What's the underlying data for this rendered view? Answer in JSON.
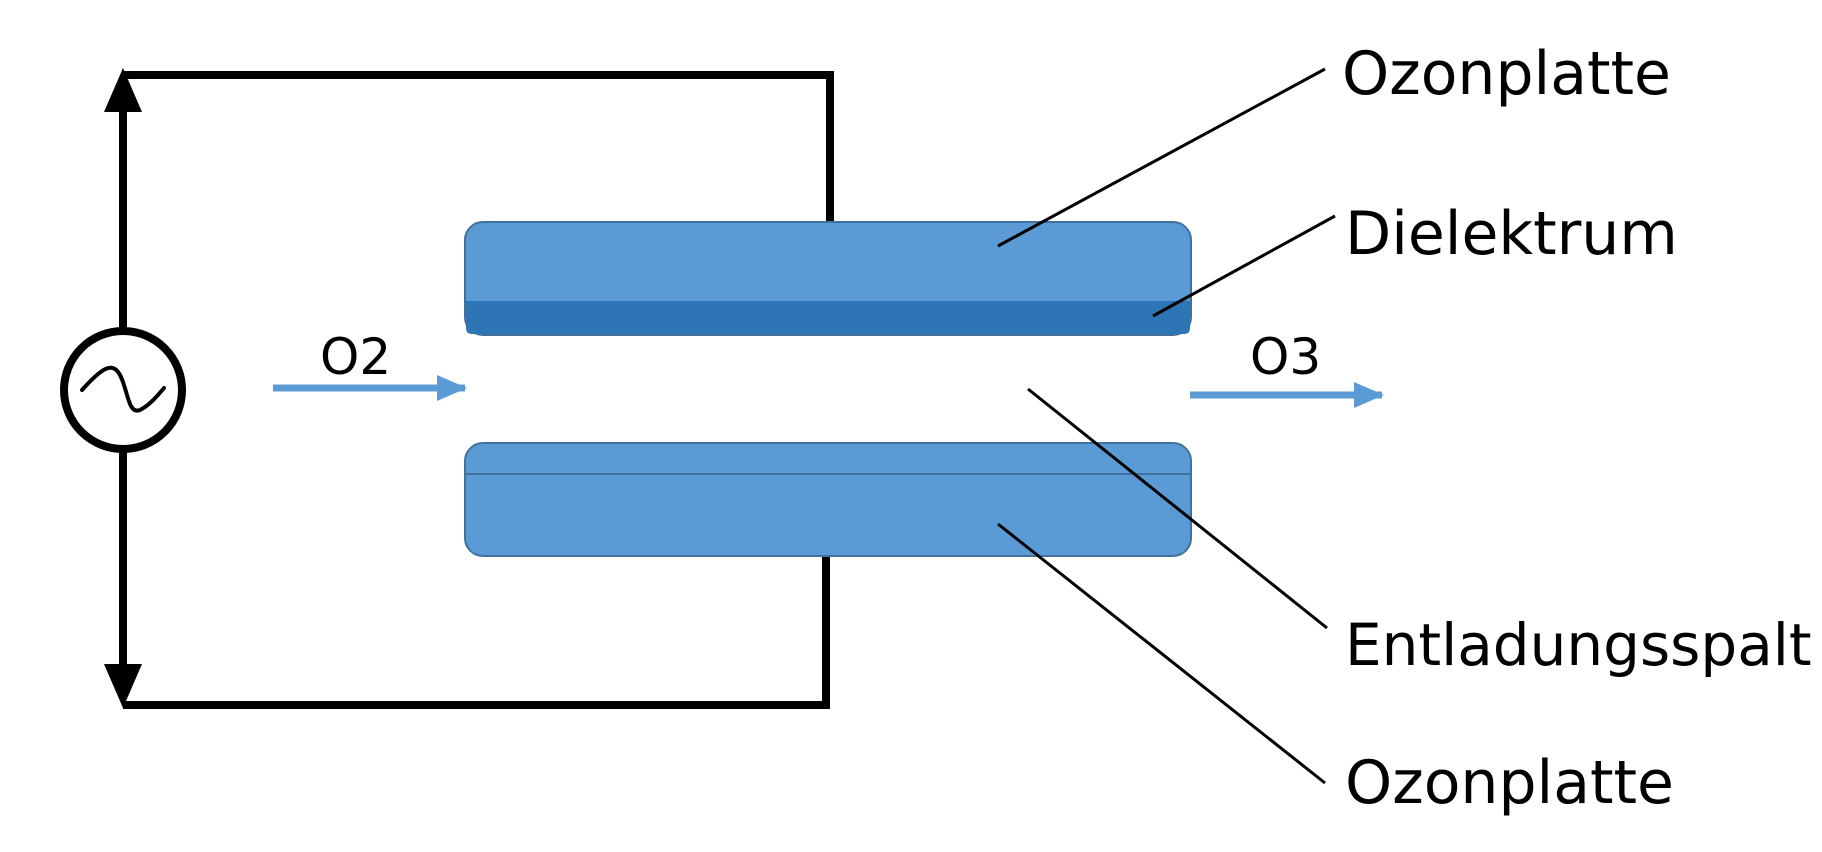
{
  "labels": {
    "top_plate": "Ozonplatte",
    "dielectric": "Dielektrum",
    "discharge_gap": "Entladungsspalt",
    "bottom_plate": "Ozonplatte",
    "inlet_gas": "O2",
    "outlet_gas": "O3"
  },
  "icons": {
    "ac_source": "ac-voltage-source-icon"
  },
  "colors": {
    "plate": "#5b9bd5",
    "dielectric": "#2e75b6",
    "plate_border": "#41719c",
    "flow_arrow": "#5b9bd5",
    "wire": "#000000"
  }
}
